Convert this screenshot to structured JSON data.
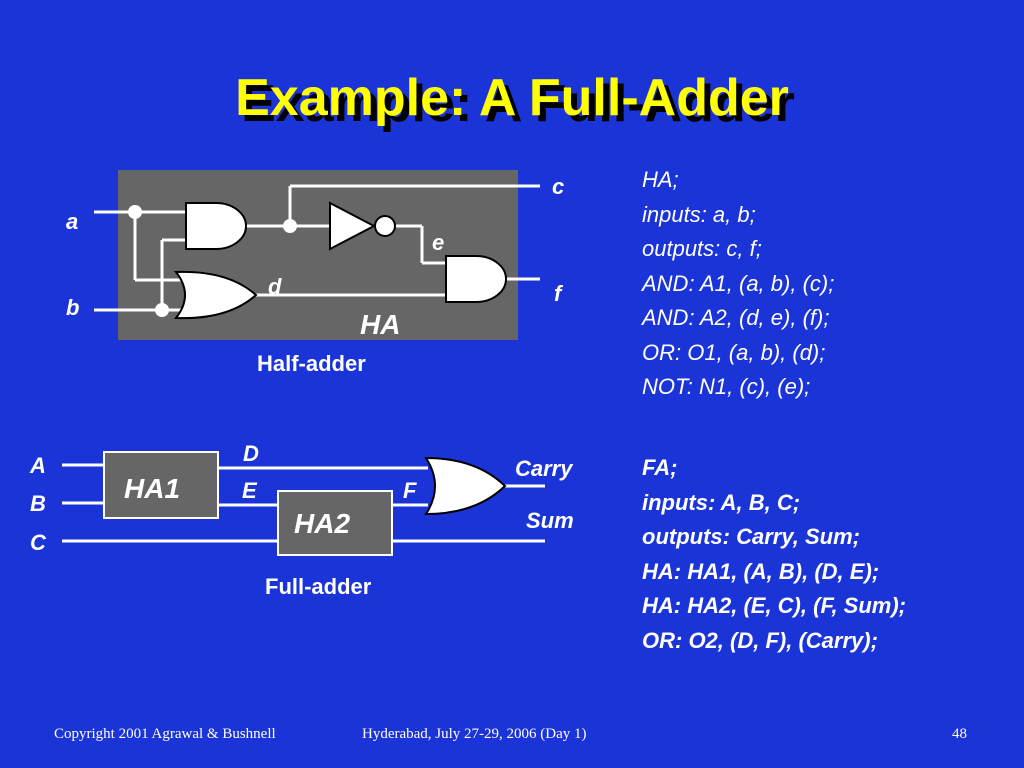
{
  "slide": {
    "title": "Example: A Full-Adder",
    "footer_left": "Copyright 2001 Agrawal & Bushnell",
    "footer_center": "Hyderabad, July 27-29, 2006 (Day 1)",
    "page_number": "48"
  },
  "half_adder": {
    "caption": "Half-adder",
    "block_label": "HA",
    "signals": {
      "a": "a",
      "b": "b",
      "c": "c",
      "d": "d",
      "e": "e",
      "f": "f"
    },
    "netlist": [
      "HA;",
      "inputs: a, b;",
      "outputs: c, f;",
      "AND: A1, (a, b), (c);",
      "AND: A2, (d, e), (f);",
      "OR: O1, (a, b), (d);",
      "NOT: N1, (c), (e);"
    ]
  },
  "full_adder": {
    "caption": "Full-adder",
    "block_ha1": "HA1",
    "block_ha2": "HA2",
    "signals": {
      "A": "A",
      "B": "B",
      "C": "C",
      "D": "D",
      "E": "E",
      "F": "F",
      "carry": "Carry",
      "sum": "Sum"
    },
    "netlist": [
      "FA;",
      "inputs: A, B, C;",
      "outputs: Carry, Sum;",
      "HA: HA1, (A, B), (D, E);",
      "HA: HA2, (E, C), (F, Sum);",
      "OR: O2, (D, F), (Carry);"
    ]
  },
  "colors": {
    "background": "#1a34d8",
    "title": "#ffff00",
    "block": "#666666",
    "wire": "#ffffff"
  }
}
